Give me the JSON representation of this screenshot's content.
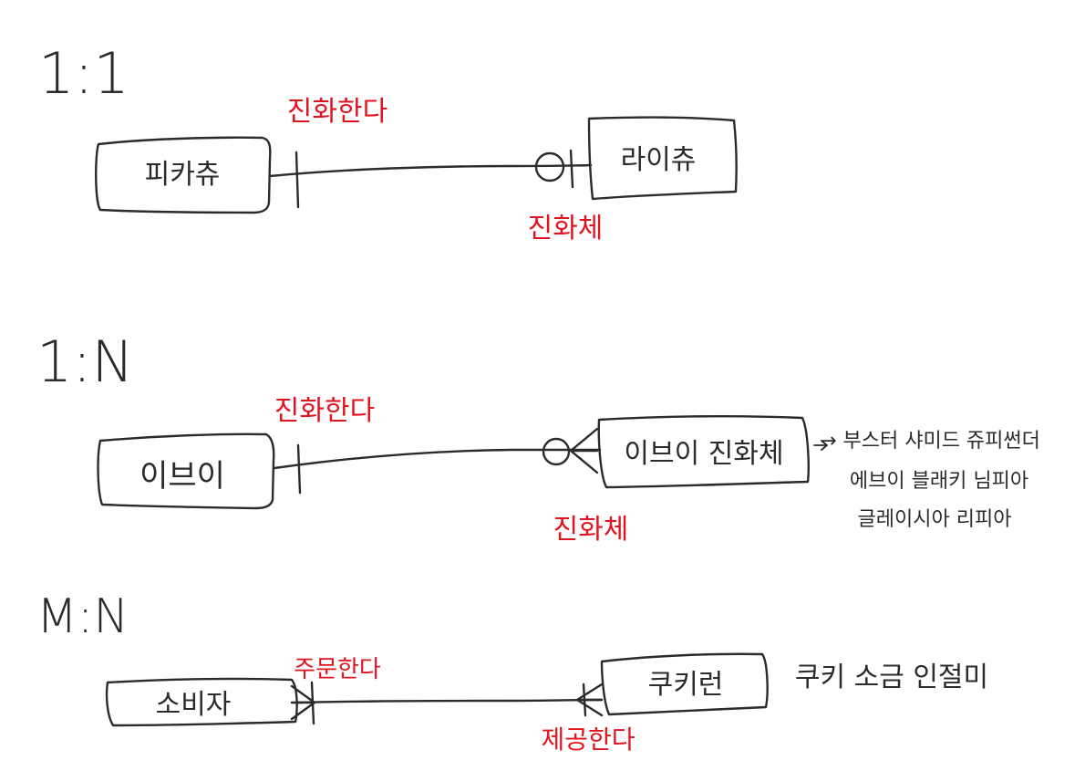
{
  "sections": [
    {
      "header": "1:1",
      "left_entity": "피카츄",
      "right_entity": "라이츄",
      "top_label": "진화한다",
      "bottom_label": "진화체"
    },
    {
      "header": "1:N",
      "left_entity": "이브이",
      "right_entity": "이브이 진화체",
      "top_label": "진화한다",
      "bottom_label": "진화체",
      "note_lines": [
        "→ 부스터 샤미드 쥬피썬더",
        "에브이 블래키 님피아",
        "글레이시아 리피아"
      ]
    },
    {
      "header": "M:N",
      "left_entity": "소비자",
      "right_entity": "쿠키런",
      "top_label": "주문한다",
      "bottom_label": "제공한다",
      "note_lines": [
        "쿠키 소금 인절미"
      ]
    }
  ],
  "colors": {
    "ink": "#2b2b2b",
    "label_red": "#e0141e"
  }
}
